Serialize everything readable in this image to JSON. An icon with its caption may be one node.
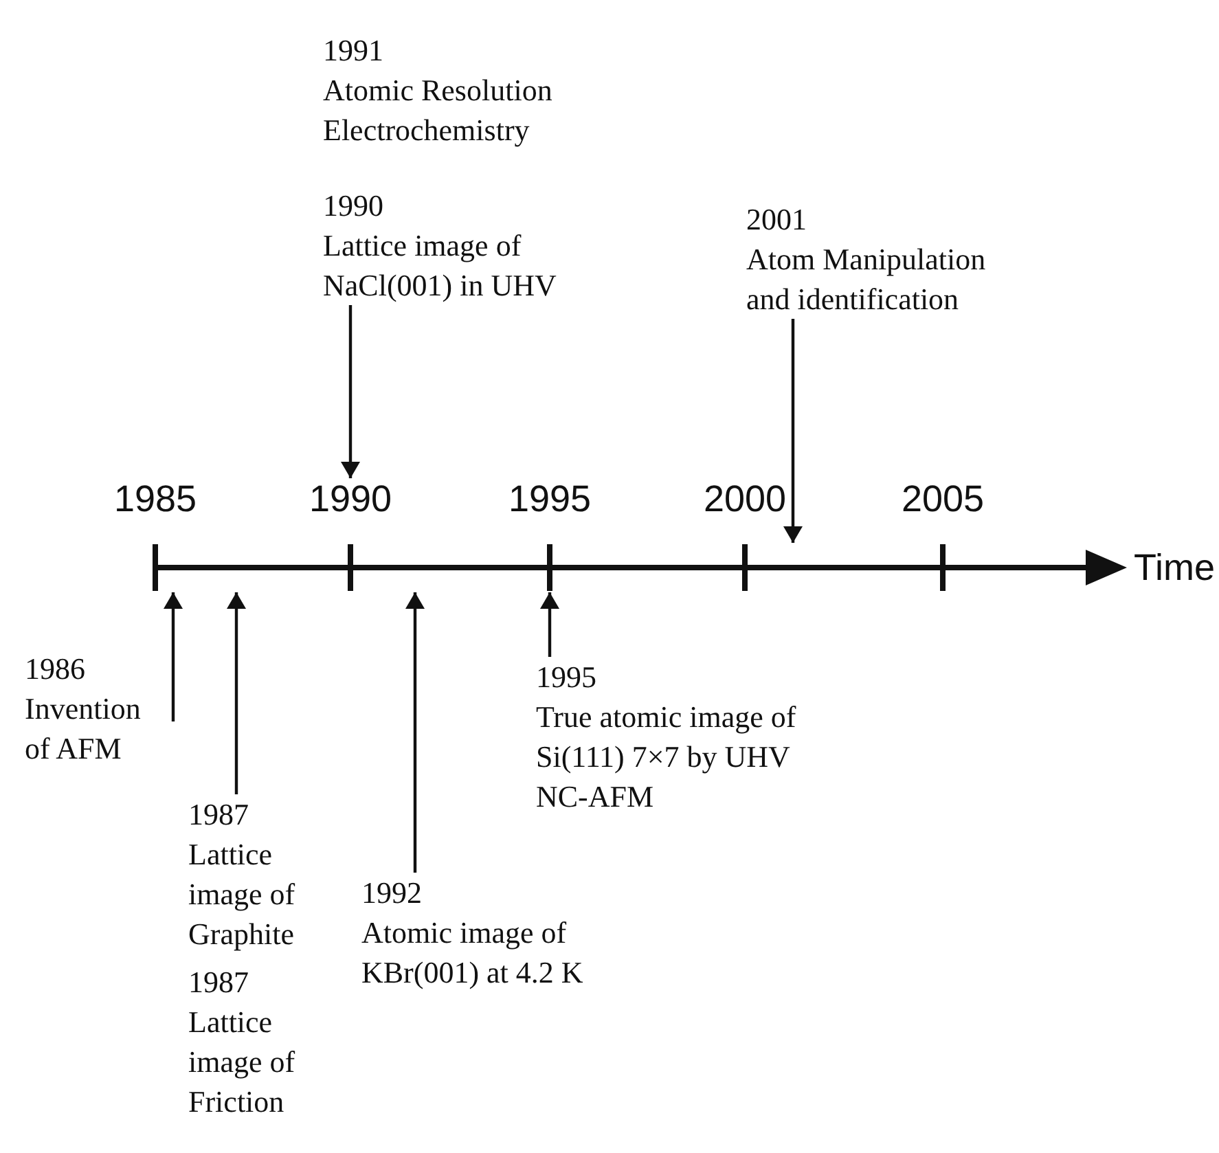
{
  "diagram": {
    "nodes": [
      {
        "text": [
          "1990",
          "Lattice image of NaCl(001) in UHV"
        ]
      },
      {
        "text": [
          "2001",
          "Atom Manipulation and identification"
        ]
      },
      {
        "text": [
          "1986",
          "Invention of AFM"
        ]
      },
      {
        "text": [
          "1987",
          "Lattice image of Graphite"
        ]
      },
      {
        "text": [
          "1992",
          "Atomic image of KBr(001) at 4.2 K"
        ]
      },
      {
        "text": [
          "1995",
          "True atomic image of Si(111) 7×7 by UHV NC-AFM"
        ]
      },
      {
        "text": [
          "1990"
        ]
      }
    ],
    "edges": [
      {
        "from": 0,
        "to": 6,
        "arrow": "to"
      },
      {
        "from": 1,
        "to": null,
        "arrow": "to"
      },
      {
        "from": 2,
        "to": null,
        "arrow": "to"
      },
      {
        "from": 3,
        "to": null,
        "arrow": "to"
      },
      {
        "from": 4,
        "to": null,
        "arrow": "to"
      },
      {
        "from": 5,
        "to": null,
        "arrow": "to"
      }
    ],
    "labels": [
      "1991",
      "Atomic Resolution Electrochemistry",
      "1985",
      "1995",
      "2000",
      "2005",
      "Time",
      "1987",
      "Lattice image of Friction"
    ]
  }
}
